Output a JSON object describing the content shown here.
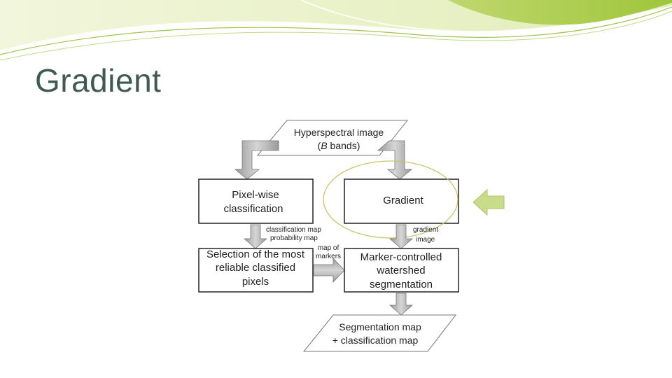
{
  "slide": {
    "title": "Gradient",
    "accent_color": "#a8c94a",
    "title_color": "#3f5a52"
  },
  "flowchart": {
    "input": {
      "line1": "Hyperspectral image",
      "line2_italic": "B",
      "line2_rest": " bands)",
      "line2_open": "("
    },
    "pixelwise": {
      "line1": "Pixel-wise",
      "line2": "classification"
    },
    "gradient": {
      "label": "Gradient"
    },
    "selection": {
      "line1": "Selection of the most",
      "line2": "reliable classified",
      "line3": "pixels"
    },
    "watershed": {
      "line1": "Marker-controlled",
      "line2": "watershed",
      "line3": "segmentation"
    },
    "output": {
      "line1": "Segmentation map",
      "line2": "+ classification map"
    },
    "edge_labels": {
      "classmap_1": "classification map",
      "classmap_2": "probability map",
      "markers_1": "map of",
      "markers_2": "markers",
      "gradient_1": "gradient",
      "gradient_2": "image"
    }
  },
  "highlight": {
    "ellipse_color": "#c8c46a",
    "pointer_icon": "left-arrow-icon",
    "pointer_color": "#c9dc8a"
  }
}
